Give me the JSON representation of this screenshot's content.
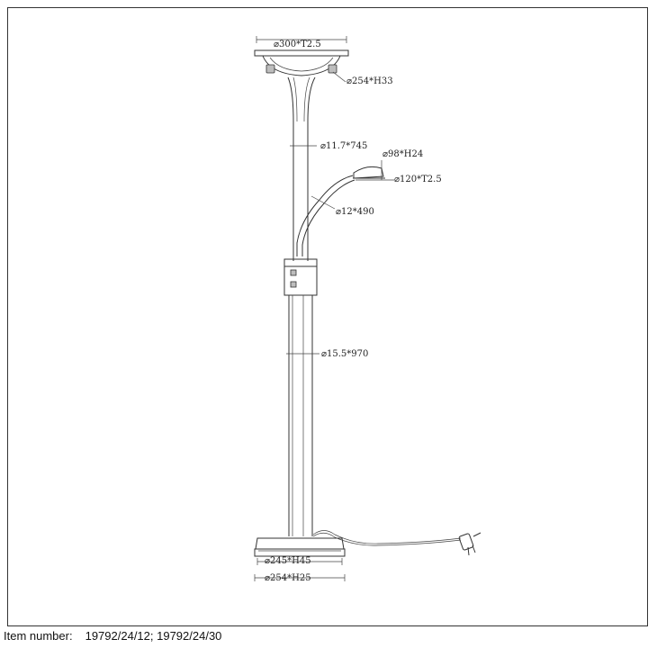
{
  "dimensions": {
    "shade_top": "⌀300*T2.5",
    "shade_body": "⌀254*H33",
    "upper_tube": "⌀11.7*745",
    "reading_head": "⌀98*H24",
    "reading_disc": "⌀120*T2.5",
    "reading_arm": "⌀12*490",
    "lower_tube": "⌀15.5*970",
    "base_top": "⌀245*H45",
    "base_bottom": "⌀254*H25"
  },
  "footer": {
    "label": "Item number:",
    "value": "19792/24/12; 19792/24/30"
  }
}
